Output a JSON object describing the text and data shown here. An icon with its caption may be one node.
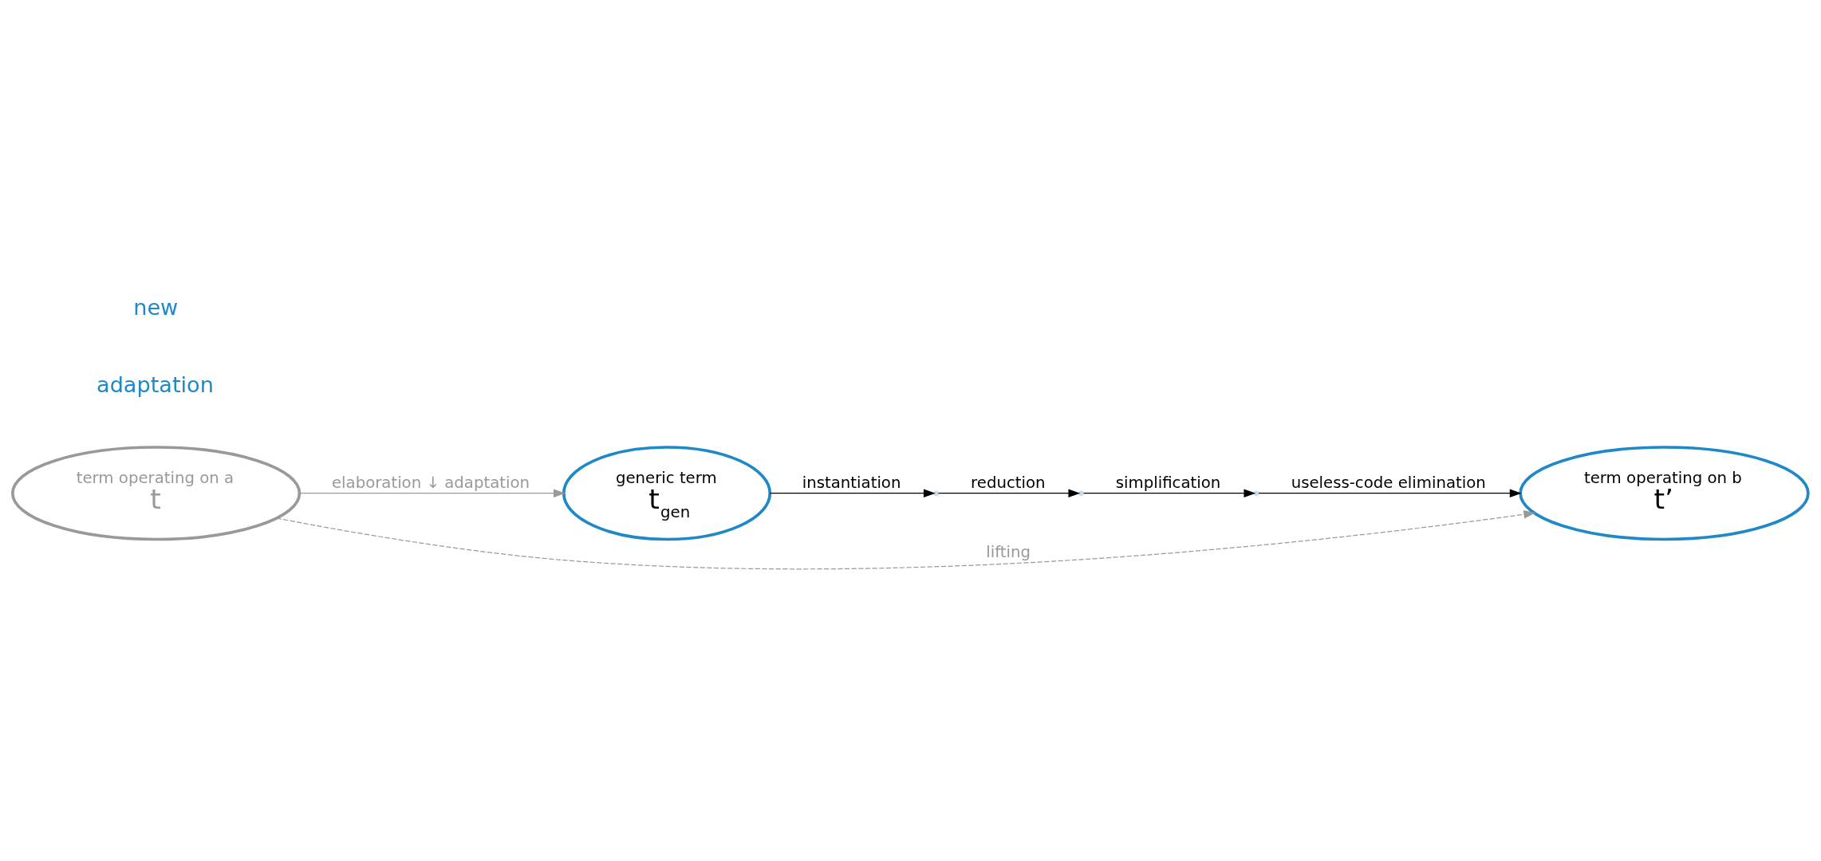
{
  "diagram": {
    "nodes": [
      {
        "text": [
          "generic term",
          "t$_{gen}$"
        ]
      },
      {
        "text": [],
        "shape": "point"
      },
      {
        "text": [],
        "shape": "point"
      },
      {
        "text": [],
        "shape": "point"
      },
      {
        "text": [
          "term operating on a",
          "t"
        ]
      },
      {
        "text": [
          "term operating on b",
          "t’"
        ]
      }
    ],
    "edges": [
      {
        "from": 4,
        "to": 0,
        "arrow": "to",
        "label": "elaboration ↓ adaptation",
        "color": "#999999"
      },
      {
        "from": 0,
        "to": 1,
        "arrow": "to",
        "label": "instantiation"
      },
      {
        "from": 1,
        "to": 2,
        "arrow": "to",
        "label": "reduction"
      },
      {
        "from": 2,
        "to": 3,
        "arrow": "to",
        "label": "simplification"
      },
      {
        "from": 3,
        "to": 5,
        "arrow": "to",
        "label": "useless-code elimination"
      },
      {
        "from": 4,
        "to": 5,
        "arrow": "to",
        "label": "lifting",
        "style": "dashed",
        "color": "#999999"
      }
    ],
    "labels": [
      "adaptation",
      "new"
    ]
  }
}
